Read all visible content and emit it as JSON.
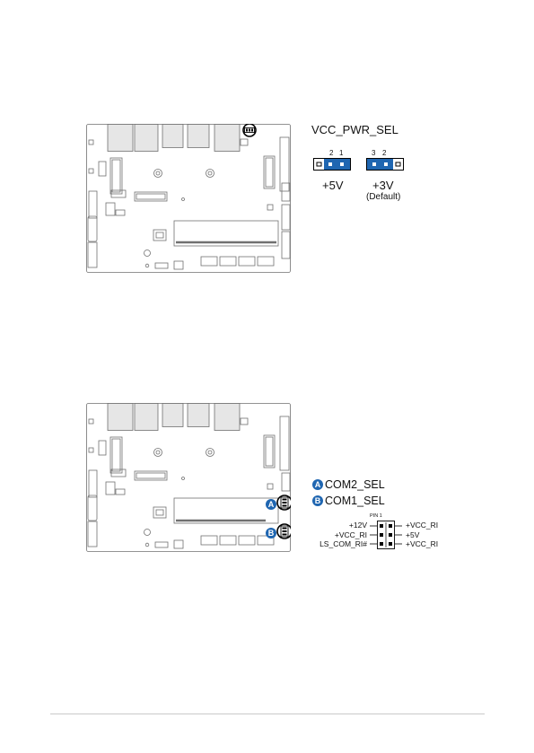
{
  "vcc_pwr_sel": {
    "title": "VCC_PWR_SEL",
    "left_pins": [
      "2",
      "1"
    ],
    "right_pins": [
      "3",
      "2"
    ],
    "left_label": "+5V",
    "right_label": "+3V",
    "right_note": "(Default)"
  },
  "com_sel": {
    "a_marker": "A",
    "a_label": "COM2_SEL",
    "b_marker": "B",
    "b_label": "COM1_SEL",
    "pin1_label": "PIN 1",
    "left_labels": [
      "+12V",
      "+VCC_RI",
      "LS_COM_RI#"
    ],
    "right_labels": [
      "+VCC_RI",
      "+5V",
      "+VCC_RI"
    ]
  },
  "colors": {
    "jumper_cap": "#1f66b1",
    "board_line": "#6e6e6e",
    "highlight": "#000000"
  }
}
